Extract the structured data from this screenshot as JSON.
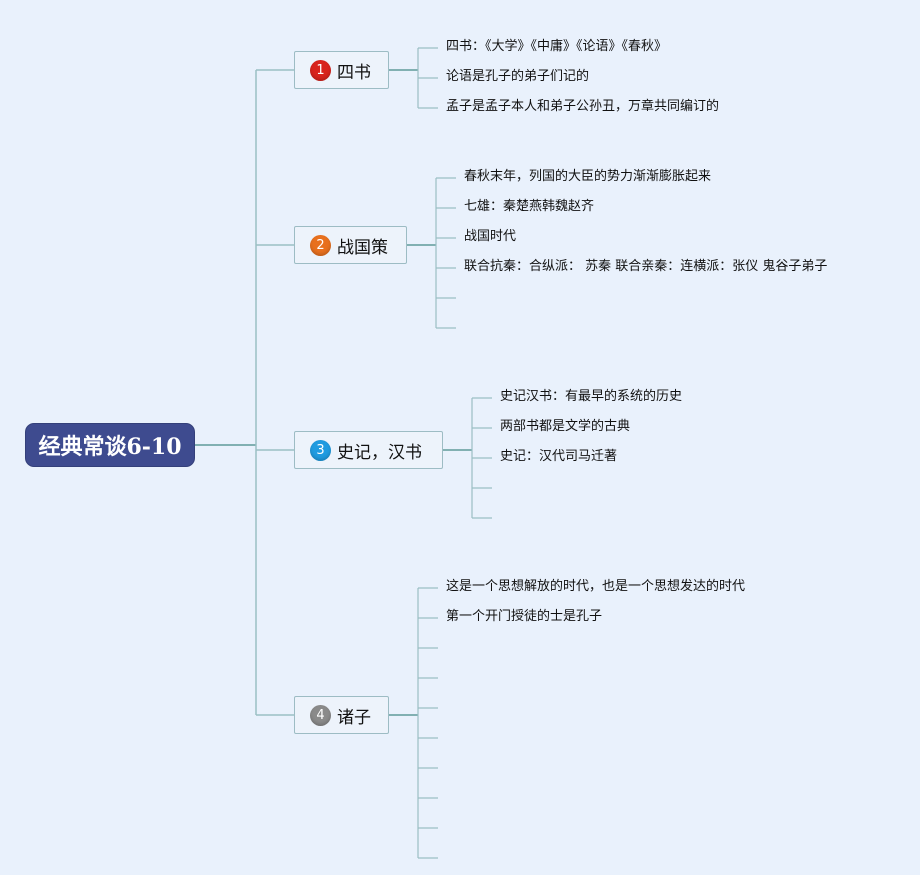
{
  "root": {
    "label": "经典常谈6-10"
  },
  "branches": [
    {
      "label": "四书",
      "number": "1",
      "badge_color": "#d8231c",
      "items": [
        "四书：《大学》《中庸》《论语》《春秋》",
        "论语是孔子的弟子们记的",
        "孟子是孟子本人和弟子公孙丑，万章共同编订的"
      ]
    },
    {
      "label": "战国策",
      "number": "2",
      "badge_color": "#e8701e",
      "items": [
        "春秋末年，列国的大臣的势力渐渐膨胀起来",
        "七雄：秦楚燕韩魏赵齐",
        "战国时代",
        "联合抗秦：合纵派： 苏秦 联合亲秦：连横派：张仪 鬼谷子弟子",
        "",
        ""
      ]
    },
    {
      "label": "史记，汉书",
      "number": "3",
      "badge_color": "#1f9be0",
      "items": [
        "史记汉书：有最早的系统的历史",
        "两部书都是文学的古典",
        "史记：汉代司马迁著",
        "",
        ""
      ]
    },
    {
      "label": "诸子",
      "number": "4",
      "badge_color": "#8a8a8a",
      "items": [
        "这是一个思想解放的时代，也是一个思想发达的时代",
        "第一个开门授徒的士是孔子",
        "",
        "",
        "",
        "",
        "",
        "",
        "",
        ""
      ]
    }
  ],
  "colors": {
    "connector": "#5f9a9a",
    "connector_light": "#9bbfc4",
    "root_fill": "#3e4b8f"
  }
}
